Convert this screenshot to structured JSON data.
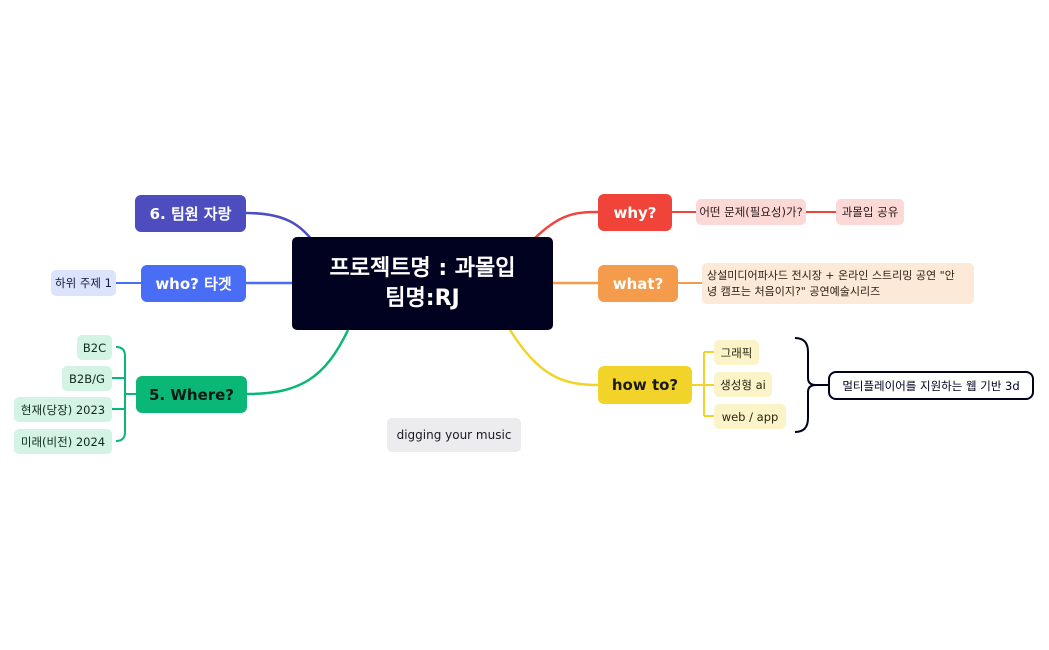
{
  "central": {
    "line1": "프로젝트명 : 과몰입",
    "line2": "팀명:RJ"
  },
  "branches": {
    "why": "why?",
    "what": "what?",
    "how": "how to?",
    "team": "6. 팀원 자랑",
    "who": "who? 타겟",
    "where": "5. Where?"
  },
  "leaves": {
    "why_problem": "어떤 문제(필요성)가?",
    "why_share": "과몰입 공유",
    "what_line1": "상설미디어파사드 전시장 + 온라인 스트리밍 공연 \"안",
    "what_line2": "녕 캠프는 처음이지?\" 공연예술시리즈",
    "how_graphic": "그래픽",
    "how_ai": "생성형 ai",
    "how_web": "web / app",
    "how_summary": "멀티플레이어를 지원하는 웹 기반 3d",
    "who_sub": "하위 주제 1",
    "where_b2c": "B2C",
    "where_b2b": "B2B/G",
    "where_now": "현재(당장) 2023",
    "where_future": "미래(비전) 2024"
  },
  "floating": "digging your music",
  "colors": {
    "central": "#00021f",
    "why": "#f0443a",
    "what": "#f49c4c",
    "how": "#f2d32a",
    "team": "#4d4dc0",
    "who": "#4a6df5",
    "where": "#0bb777"
  }
}
